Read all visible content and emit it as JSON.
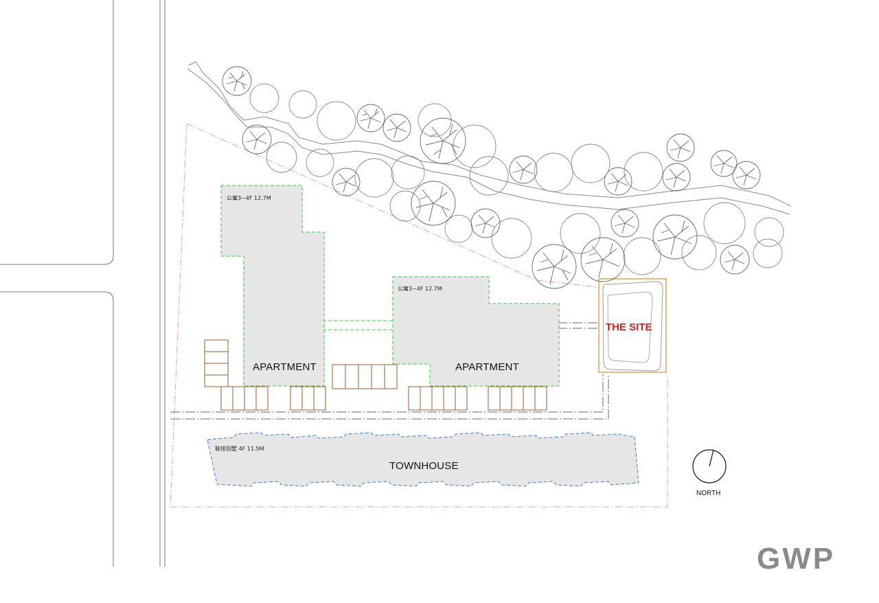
{
  "labels": {
    "apartment_left_spec": "公寓3~4F 12.7M",
    "apartment_left_name": "APARTMENT",
    "apartment_right_spec": "公寓3~4F 12.7M",
    "apartment_right_name": "APARTMENT",
    "townhouse_spec": "联排别墅 4F 11.5M",
    "townhouse_name": "TOWNHOUSE",
    "site_name": "THE SITE",
    "north_label": "NORTH",
    "logo": "GWP"
  },
  "colors": {
    "apartment_outline": "#33cc33",
    "townhouse_outline": "#3a7bd5",
    "site_outline": "#e08a2a",
    "site_text": "#e0191f",
    "parking": "#a0582a",
    "boundary": "#e89a9a",
    "building_fill": "#e6e6e6",
    "logo": "#8a8a8a"
  },
  "icons": [
    "north-arrow-icon",
    "tree-icon"
  ]
}
